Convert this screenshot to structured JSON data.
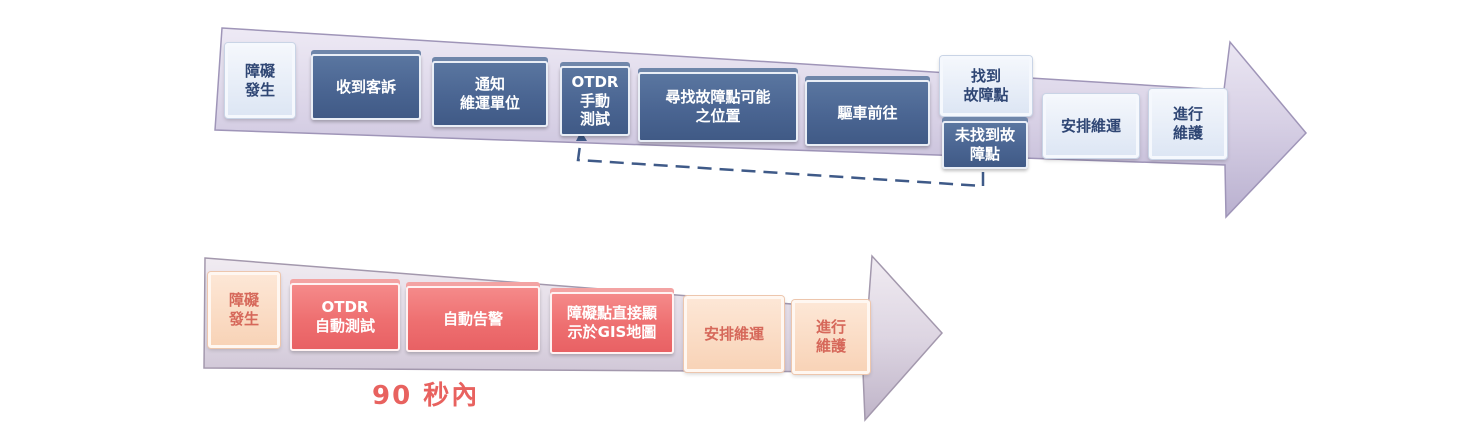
{
  "traditional_flow": {
    "steps": [
      {
        "label": "障礙\n發生"
      },
      {
        "label": "收到客訴"
      },
      {
        "label": "通知\n維運單位"
      },
      {
        "label": "OTDR\n手動\n測試"
      },
      {
        "label": "尋找故障點可能\n之位置"
      },
      {
        "label": "驅車前往"
      },
      {
        "label": "找到\n故障點"
      },
      {
        "label": "未找到故\n障點"
      },
      {
        "label": "安排維運"
      },
      {
        "label": "進行\n維護"
      }
    ]
  },
  "automated_flow": {
    "steps": [
      {
        "label": "障礙\n發生"
      },
      {
        "label": "OTDR\n自動測試"
      },
      {
        "label": "自動告警"
      },
      {
        "label": "障礙點直接顯\n示於GIS地圖"
      },
      {
        "label": "安排維運"
      },
      {
        "label": "進行\n維護"
      }
    ],
    "time_label": "90 秒內"
  },
  "colors": {
    "traditional_arrow": "#d8d2e6",
    "traditional_step": "#4a6592",
    "automated_arrow": "#e2dbe6",
    "automated_step": "#ee6f70",
    "automated_light_step": "#f8d3b7",
    "dashed_loop": "#3f5a88",
    "time_label": "#e8625f"
  }
}
